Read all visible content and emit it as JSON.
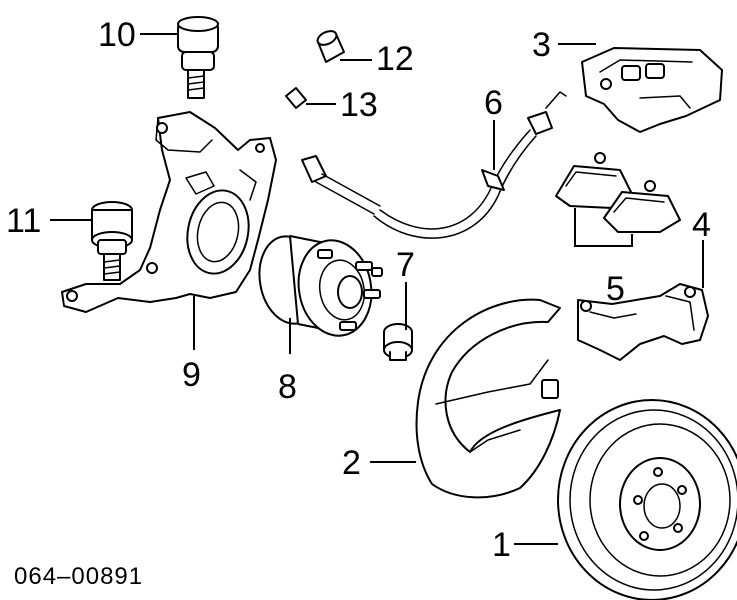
{
  "callouts": {
    "c1": "1",
    "c2": "2",
    "c3": "3",
    "c4": "4",
    "c5": "5",
    "c6": "6",
    "c7": "7",
    "c8": "8",
    "c9": "9",
    "c10": "10",
    "c11": "11",
    "c12": "12",
    "c13": "13"
  },
  "diagram_code": "064–00891"
}
